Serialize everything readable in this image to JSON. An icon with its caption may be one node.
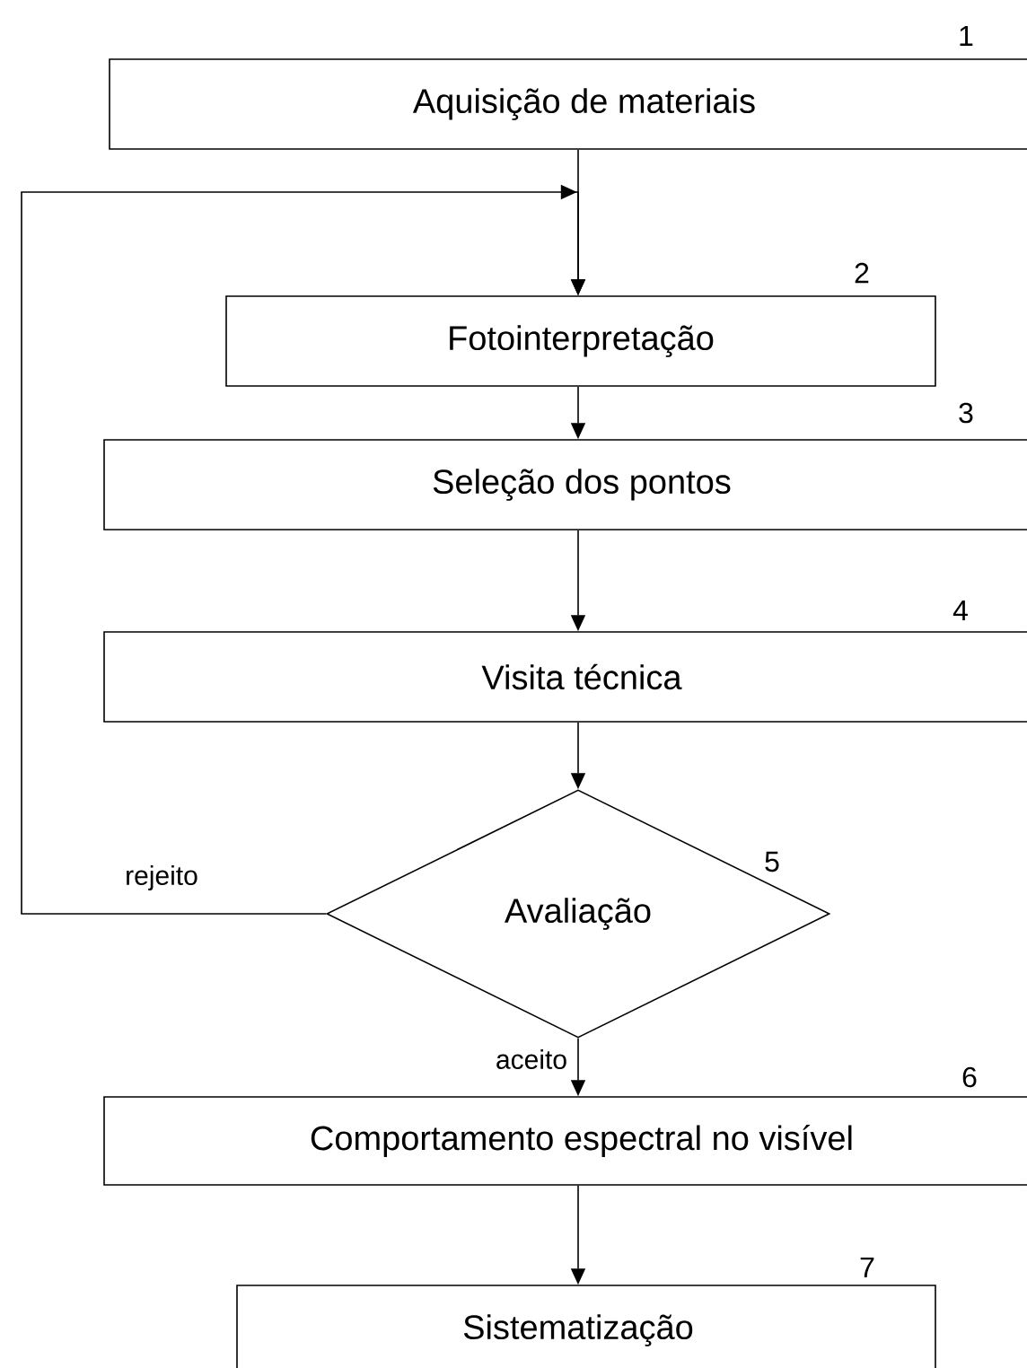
{
  "diagram": {
    "nodes": [
      {
        "text": [
          "Aquisição de materiais"
        ],
        "beside": [
          "1"
        ]
      },
      {
        "text": [
          "Fotointerpretação"
        ],
        "beside": [
          "2"
        ]
      },
      {
        "text": [
          "Seleção dos pontos"
        ],
        "beside": [
          "3"
        ]
      },
      {
        "text": [
          "Visita técnica"
        ],
        "beside": [
          "4"
        ]
      },
      {
        "text": [
          "Avaliação"
        ],
        "beside": [
          "5"
        ]
      },
      {
        "text": [
          "Comportamento espectral no visível"
        ],
        "beside": [
          "6"
        ]
      },
      {
        "text": [
          "Sistematização"
        ],
        "beside": [
          "7"
        ]
      }
    ],
    "edges": [
      {
        "from": 0,
        "to": 1,
        "arrow": "to"
      },
      {
        "from": 1,
        "to": 2,
        "arrow": "to"
      },
      {
        "from": 2,
        "to": 3,
        "arrow": "to"
      },
      {
        "from": 3,
        "to": 4,
        "arrow": "to"
      },
      {
        "from": 4,
        "to": 1,
        "arrow": "to",
        "label": "rejeito"
      },
      {
        "from": 4,
        "to": 5,
        "arrow": "to",
        "label": "aceito"
      },
      {
        "from": 5,
        "to": 6,
        "arrow": "to"
      }
    ]
  }
}
